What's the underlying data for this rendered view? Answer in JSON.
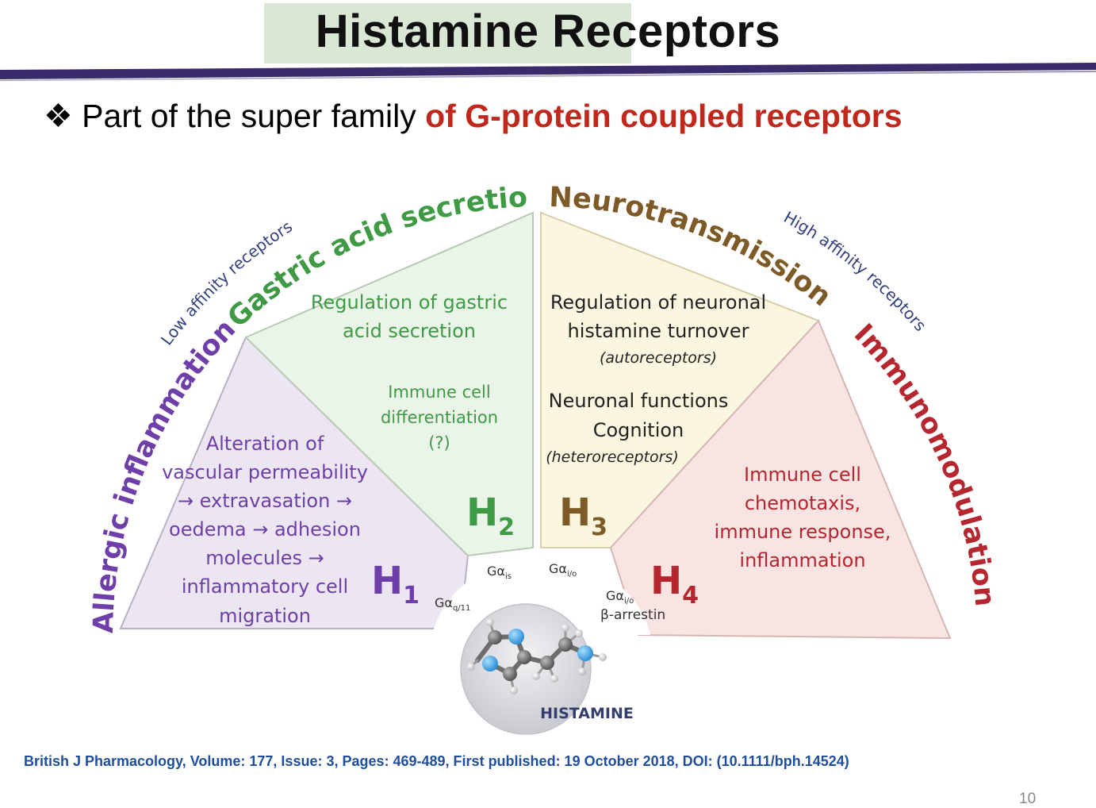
{
  "slide": {
    "title": "Histamine Receptors",
    "bullet_symbol": "❖",
    "bullet_plain": "Part of the super family ",
    "bullet_emphasis": "of G-protein coupled receptors",
    "citation": "British J Pharmacology,  Volume: 177, Issue: 3, Pages: 469-489, First published:  19 October 2018, DOI: (10.1111/bph.14524)",
    "page_number": "10"
  },
  "diagram": {
    "arc_labels": {
      "allergic": "Allergic inflammation",
      "gastric": "Gastric acid secretion",
      "neuro": "Neurotransmission",
      "immuno": "Immunomodulation",
      "low_affinity": "Low affinity receptors",
      "high_affinity": "High affinity receptors"
    },
    "h1": {
      "receptor": "H",
      "sub": "1",
      "lines": [
        "Alteration of",
        "vascular permeability",
        "→ extravasation →",
        "oedema → adhesion",
        "molecules →",
        "inflammatory cell",
        "migration"
      ]
    },
    "h2": {
      "receptor": "H",
      "sub": "2",
      "lines": [
        "Regulation of gastric",
        "acid secretion"
      ],
      "extra_lines": [
        "Immune cell",
        "differentiation",
        "(?)"
      ]
    },
    "h3": {
      "receptor": "H",
      "sub": "3",
      "lines": [
        "Regulation of neuronal",
        "histamine turnover"
      ],
      "note1": "(autoreceptors)",
      "lines2": [
        "Neuronal functions",
        "Cognition"
      ],
      "note2": "(heteroreceptors)"
    },
    "h4": {
      "receptor": "H",
      "sub": "4",
      "lines": [
        "Immune cell",
        "chemotaxis,",
        "immune response,",
        "inflammation"
      ]
    },
    "g_proteins": {
      "h1": {
        "main": "Gα",
        "sub": "q/11"
      },
      "h2": {
        "main": "Gα",
        "sub": "is"
      },
      "h3": {
        "main": "Gα",
        "sub": "i/o"
      },
      "h4": {
        "main": "Gα",
        "sub": "i/o"
      },
      "h4_extra": "β-arrestin"
    },
    "center_label": "HISTAMINE",
    "colors": {
      "h1": "#6e3fa8",
      "h1_fill": "#ece6f3",
      "h2": "#3e9a44",
      "h2_fill": "#ebf4e9",
      "h3": "#7e5a26",
      "h3_fill": "#fbf6df",
      "h4": "#b5262e",
      "h4_fill": "#f8e4e3",
      "affinity": "#33407e",
      "emphasis": "#c0281c",
      "citation": "#1f4e9a"
    }
  }
}
